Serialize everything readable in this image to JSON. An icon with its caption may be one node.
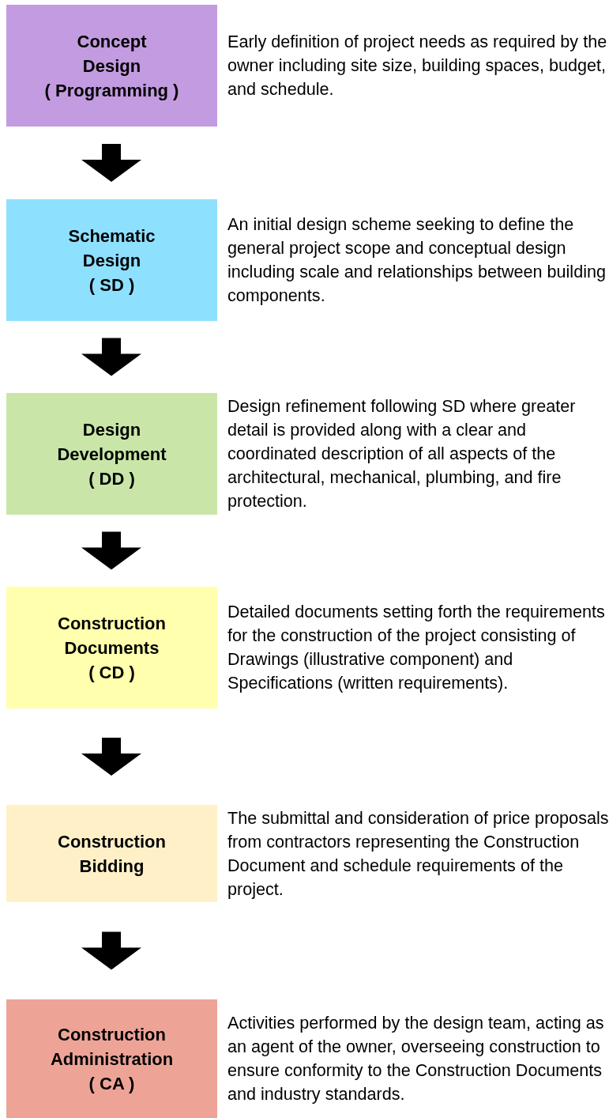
{
  "diagram": {
    "nodes": [
      {
        "text": [
          "Concept Design",
          "( Programming )"
        ],
        "beside": [
          "Early definition of project needs as required by the owner including site size, building spaces, budget, and schedule."
        ]
      },
      {
        "text": [
          "Schematic Design",
          "( SD )"
        ],
        "beside": [
          "An initial design scheme seeking to define the general project scope and conceptual design including scale and relationships between building components."
        ]
      },
      {
        "text": [
          "Design Development",
          "( DD )"
        ],
        "beside": [
          "Design refinement following SD where greater detail is provided along with a clear and coordinated description of all aspects of the architectural, mechanical, plumbing, and fire protection."
        ]
      },
      {
        "text": [
          "Construction Documents",
          "( CD )"
        ],
        "beside": [
          "Detailed documents setting forth the requirements for the construction of the project consisting of Drawings (illustrative component) and Specifications (written requirements)."
        ]
      },
      {
        "text": [
          "Construction Bidding"
        ],
        "beside": [
          "The submittal and consideration of price proposals from contractors representing the Construction Document and schedule requirements of the project."
        ]
      },
      {
        "text": [
          "Construction Administration",
          "( CA )"
        ],
        "beside": [
          "Activities performed by the design team, acting as an agent of the owner, overseeing construction to ensure conformity to the Construction Documents and industry standards."
        ]
      }
    ],
    "edges": [
      {
        "from": 0,
        "to": 1,
        "arrow": "to"
      },
      {
        "from": 1,
        "to": 2,
        "arrow": "to"
      },
      {
        "from": 2,
        "to": 3,
        "arrow": "to"
      },
      {
        "from": 3,
        "to": 4,
        "arrow": "to"
      },
      {
        "from": 4,
        "to": 5,
        "arrow": "to"
      }
    ]
  }
}
